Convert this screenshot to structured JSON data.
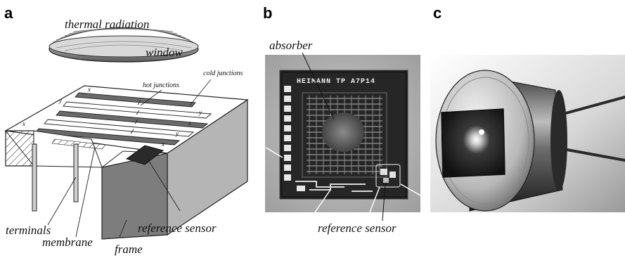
{
  "panels": {
    "a": {
      "letter": "a",
      "labels": {
        "thermal_radiation": "thermal radiation",
        "window": "window",
        "hot_junctions": "hot junctions",
        "cold_junctions": "cold junctions",
        "terminals": "terminals",
        "membrane": "membrane",
        "frame": "frame",
        "reference_sensor": "reference sensor",
        "x": "x",
        "y": "y"
      }
    },
    "b": {
      "letter": "b",
      "labels": {
        "absorber": "absorber",
        "reference_sensor": "reference sensor",
        "chip_marking": "HEIMANN TP A7P14"
      }
    },
    "c": {
      "letter": "c"
    }
  }
}
